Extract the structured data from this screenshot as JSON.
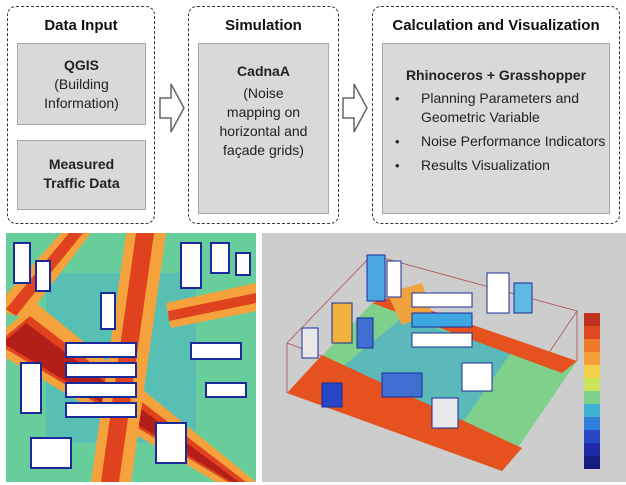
{
  "panels": [
    {
      "title": "Data Input",
      "boxes": [
        {
          "heading": "QGIS",
          "body": "(Building Information)"
        },
        {
          "heading": "Measured Traffic Data",
          "body": ""
        }
      ]
    },
    {
      "title": "Simulation",
      "boxes": [
        {
          "heading": "CadnaA",
          "body": "(Noise mapping on horizontal and façade grids)"
        }
      ]
    },
    {
      "title": "Calculation and Visualization",
      "boxes": [
        {
          "heading": "Rhinoceros + Grasshopper",
          "items": [
            "Planning Parameters and Geometric Variable",
            "Noise Performance Indicators",
            "Results Visualization"
          ]
        }
      ]
    }
  ],
  "images": {
    "left": {
      "kind": "horizontal noise map (top view)"
    },
    "right": {
      "kind": "3D facade noise map with color legend"
    }
  },
  "legend": {
    "colors": [
      "#c0311d",
      "#e04a22",
      "#f07a2a",
      "#f6a03a",
      "#f3d24a",
      "#c9e35a",
      "#7fd08a",
      "#3fb3d6",
      "#2e7fd9",
      "#2747c7",
      "#1d2aa8",
      "#151c80"
    ]
  },
  "colors": {
    "panel_border": "#333333",
    "box_fill": "#d9d9d9"
  }
}
